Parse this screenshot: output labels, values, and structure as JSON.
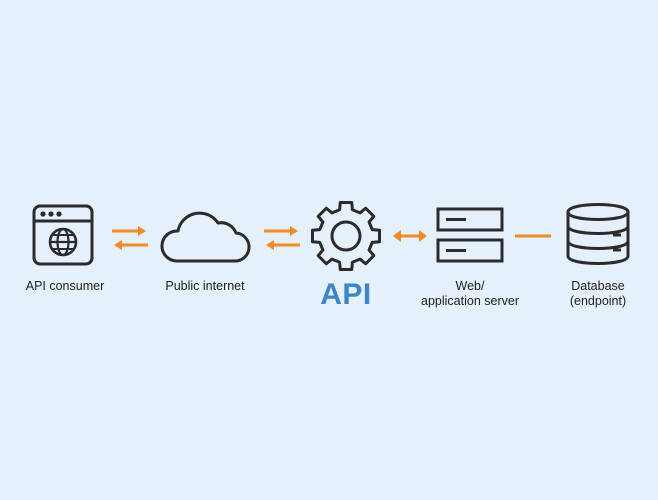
{
  "colors": {
    "background": "#e4f0fb",
    "icon_stroke": "#2b2b2b",
    "arrow": "#f08a24",
    "api_accent": "#3a86c8"
  },
  "nodes": {
    "consumer": {
      "label": "API consumer",
      "icon": "browser-globe-icon"
    },
    "internet": {
      "label": "Public internet",
      "icon": "cloud-icon"
    },
    "api": {
      "label": "API",
      "icon": "gear-icon"
    },
    "server": {
      "label_line1": "Web/",
      "label_line2": "application server",
      "icon": "server-icon"
    },
    "database": {
      "label_line1": "Database",
      "label_line2": "(endpoint)",
      "icon": "database-icon"
    }
  },
  "connectors": [
    {
      "from": "API consumer",
      "to": "Public internet",
      "style": "double-arrow"
    },
    {
      "from": "Public internet",
      "to": "API",
      "style": "double-arrow"
    },
    {
      "from": "API",
      "to": "Web/application server",
      "style": "bidirectional-arrow"
    },
    {
      "from": "Web/application server",
      "to": "Database (endpoint)",
      "style": "line"
    }
  ]
}
